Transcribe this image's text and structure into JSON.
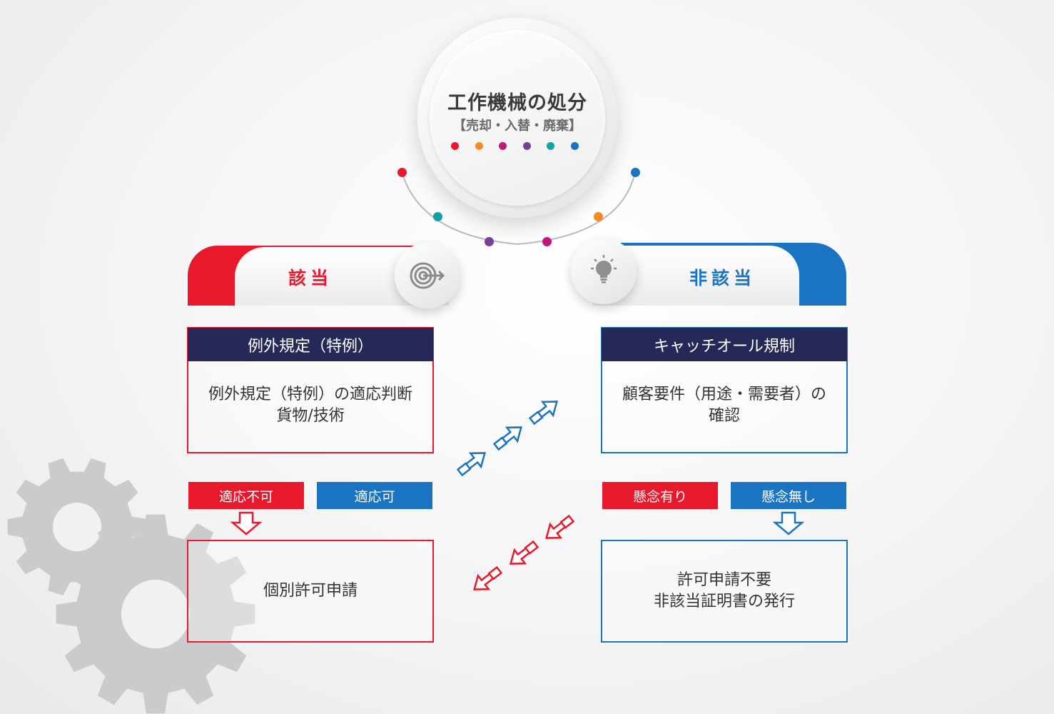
{
  "center": {
    "title": "工作機械の処分",
    "subtitle": "【売却・入替・廃棄】"
  },
  "colors": {
    "red": "#e8192c",
    "blue": "#1b74c1",
    "navy": "#262858",
    "gear": "#c8c9cb",
    "dots": [
      "#e8192c",
      "#f28b24",
      "#c2187d",
      "#7b3f98",
      "#11a3a3",
      "#1b74c1"
    ]
  },
  "left": {
    "category": "該当",
    "icon": "target-icon",
    "header": "例外規定（特例）",
    "body_line1": "例外規定（特例）の適応判断",
    "body_line2": "貨物/技術",
    "option_no": "適応不可",
    "option_yes": "適応可",
    "result": "個別許可申請"
  },
  "right": {
    "category": "非該当",
    "icon": "lightbulb-icon",
    "header": "キャッチオール規制",
    "body_line1": "顧客要件（用途・需要者）の",
    "body_line2": "確認",
    "option_yes": "懸念有り",
    "option_no": "懸念無し",
    "result_line1": "許可申請不要",
    "result_line2": "非該当証明書の発行"
  }
}
